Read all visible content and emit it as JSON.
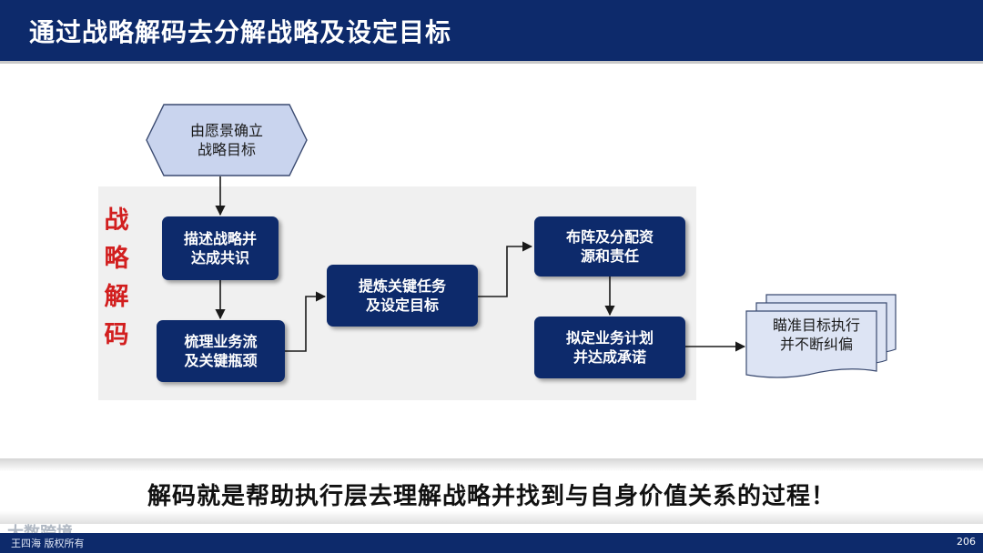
{
  "header": {
    "title": "通过战略解码去分解战略及设定目标"
  },
  "side_label": [
    "战",
    "略",
    "解",
    "码"
  ],
  "diagram": {
    "start": [
      "由愿景确立",
      "战略目标"
    ],
    "b1": [
      "描述战略并",
      "达成共识"
    ],
    "b2": [
      "梳理业务流",
      "及关键瓶颈"
    ],
    "b3": [
      "提炼关键任务",
      "及设定目标"
    ],
    "b4": [
      "布阵及分配资",
      "源和责任"
    ],
    "b5": [
      "拟定业务计划",
      "并达成承诺"
    ],
    "end": [
      "瞄准目标执行",
      "并不断纠偏"
    ]
  },
  "banner": {
    "text": "解码就是帮助执行层去理解战略并找到与自身价值关系的过程！"
  },
  "footer": {
    "left": "王四海 版权所有",
    "page": "206"
  },
  "watermark": "大数跨境",
  "colors": {
    "navy": "#0d2a6b",
    "accent_red": "#d21f1f",
    "hex_fill": "#c9d4ee",
    "doc_fill": "#dde4f4"
  }
}
